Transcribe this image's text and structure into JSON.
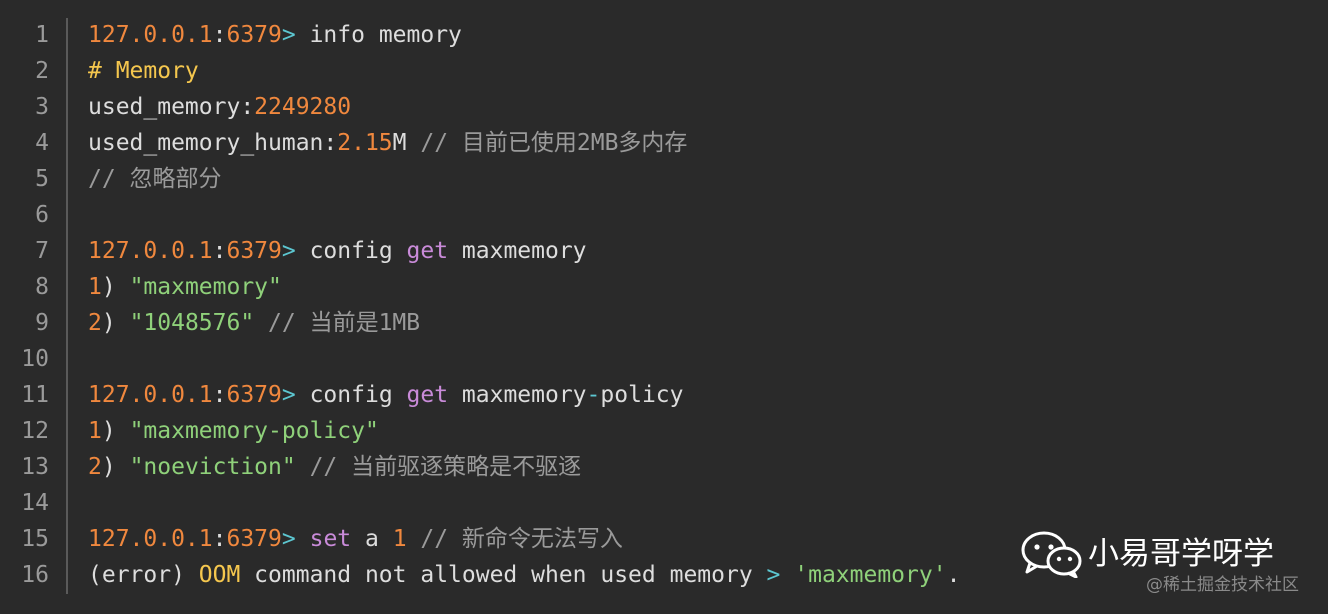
{
  "line_numbers": [
    "1",
    "2",
    "3",
    "4",
    "5",
    "6",
    "7",
    "8",
    "9",
    "10",
    "11",
    "12",
    "13",
    "14",
    "15",
    "16"
  ],
  "lines": {
    "l1": {
      "ip": "127.0.0.1",
      "sep": ":",
      "port": "6379",
      "prompt": ">",
      "cmd": " info memory"
    },
    "l2": {
      "text": "# Memory"
    },
    "l3": {
      "key": "used_memory:",
      "value": "2249280"
    },
    "l4": {
      "key": "used_memory_human:",
      "value": "2.15",
      "unit": "M",
      "comment": " // 目前已使用2MB多内存"
    },
    "l5": {
      "comment": "// 忽略部分"
    },
    "l7": {
      "ip": "127.0.0.1",
      "sep": ":",
      "port": "6379",
      "prompt": ">",
      "cmd1": " config ",
      "kw": "get",
      "cmd2": " maxmemory"
    },
    "l8": {
      "idx": "1",
      "paren": ") ",
      "str": "\"maxmemory\""
    },
    "l9": {
      "idx": "2",
      "paren": ") ",
      "str": "\"1048576\"",
      "comment": " // 当前是1MB"
    },
    "l11": {
      "ip": "127.0.0.1",
      "sep": ":",
      "port": "6379",
      "prompt": ">",
      "cmd1": " config ",
      "kw": "get",
      "cmd2": " maxmemory",
      "dash": "-",
      "cmd3": "policy"
    },
    "l12": {
      "idx": "1",
      "paren": ") ",
      "str": "\"maxmemory-policy\""
    },
    "l13": {
      "idx": "2",
      "paren": ") ",
      "str": "\"noeviction\"",
      "comment": " // 当前驱逐策略是不驱逐"
    },
    "l15": {
      "ip": "127.0.0.1",
      "sep": ":",
      "port": "6379",
      "prompt": ">",
      "sp": " ",
      "kw": "set",
      "arg": " a ",
      "num": "1",
      "comment": " // 新命令无法写入"
    },
    "l16": {
      "pre": "(error) ",
      "oom": "OOM",
      "msg": " command not allowed when used memory ",
      "gt": ">",
      "sp": " ",
      "str": "'maxmemory'",
      "dot": "."
    }
  },
  "watermark": {
    "icon": "wechat-icon",
    "title": "小易哥学呀学",
    "subtitle": "@稀土掘金技术社区"
  },
  "colors": {
    "background": "#2a2a2a",
    "ip": "#f0883e",
    "prompt": "#5cc6d0",
    "string": "#8fd17a",
    "keyword": "#c98bd9",
    "comment": "#9a9a9a",
    "heading": "#f5c74e"
  }
}
